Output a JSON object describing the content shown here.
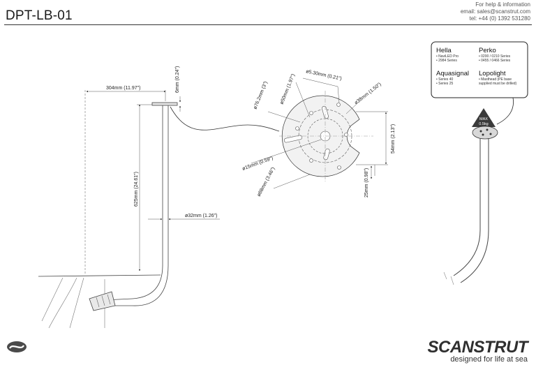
{
  "header": {
    "title": "DPT-LB-01",
    "contact_line1": "For help & information",
    "contact_line2": "email: sales@scanstrut.com",
    "contact_line3": "tel: +44 (0) 1392 531280"
  },
  "side_view": {
    "dim_width": "304mm (11.97\")",
    "dim_top": "6mm (0.24\")",
    "dim_height": "625mm (24.61\")",
    "dim_diameter": "ø32mm (1.26\")"
  },
  "plate_view": {
    "dim_50": "ø50mm (1.97\")",
    "dim_5_30": "ø5.30mm (0.21\")",
    "dim_76": "ø76.2mm (3\")",
    "dim_38": "ø38mm (1.50\")",
    "dim_54": "54mm (2.13\")",
    "dim_15": "ø15mm (0.59\")",
    "dim_88": "ø88mm (3.46\")",
    "dim_25": "25mm (0.98\")"
  },
  "compat": {
    "hella_title": "Hella",
    "hella_1": "• NaviLED Pro",
    "hella_2": "• 2984 Series",
    "perko_title": "Perko",
    "perko_1": "• 0200 / 0210 Series",
    "perko_2": "• 0455 / 0466 Series",
    "aquasignal_title": "Aquasignal",
    "aquasignal_1": "• Series 40",
    "aquasignal_2": "• Series 25",
    "lopolight_title": "Lopolight",
    "lopolight_1": "• Masthead (PE base",
    "lopolight_2": "supplied must be drilled)"
  },
  "max_badge": {
    "line1": "MAX",
    "line2": "0.5kg"
  },
  "footer": {
    "brand": "SCANSTRUT",
    "tagline": "designed for life at sea"
  }
}
